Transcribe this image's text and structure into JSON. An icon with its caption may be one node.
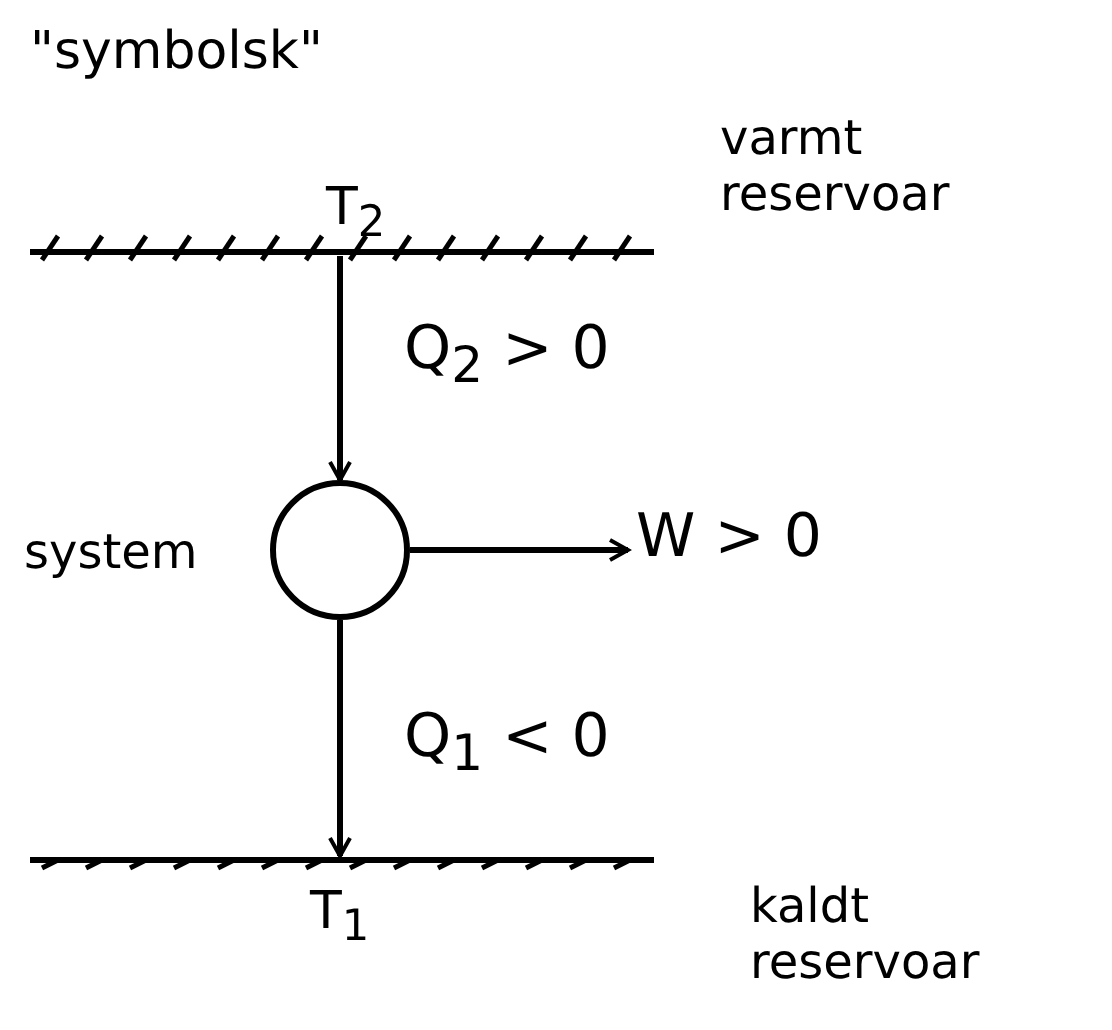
{
  "diagram": {
    "title": "\"symbolsk\"",
    "nodes": [
      {
        "text": [
          "T$_{2}$"
        ],
        "beside": [
          "varmt reservoar"
        ]
      },
      {
        "text": [],
        "shape": "circle",
        "beside": [
          "system"
        ]
      },
      {
        "text": [
          "T$_{1}$"
        ],
        "beside": [
          "kaldt reservoar"
        ]
      },
      {
        "text": [
          "W > 0"
        ]
      }
    ],
    "edges": [
      {
        "from": 0,
        "to": 1,
        "arrow": "to",
        "label": "Q$_{2}$ > 0"
      },
      {
        "from": 1,
        "to": 2,
        "arrow": "to",
        "label": "Q$_{1}$ < 0"
      },
      {
        "from": 1,
        "to": 3,
        "arrow": "to"
      }
    ]
  }
}
